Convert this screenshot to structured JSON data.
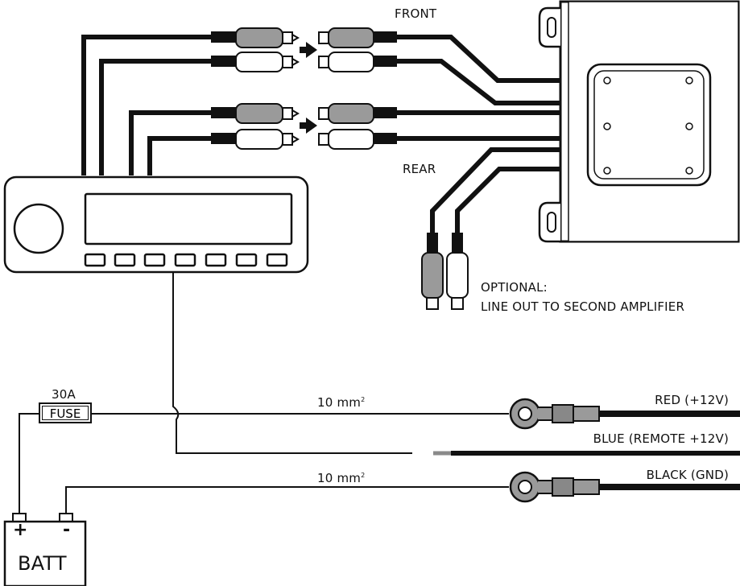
{
  "labels": {
    "front": "FRONT",
    "rear": "REAR",
    "optional_line1": "OPTIONAL:",
    "optional_line2": "LINE OUT TO SECOND AMPLIFIER",
    "fuse_rating": "30A",
    "fuse": "FUSE",
    "wire_gauge_1": "10 mm",
    "wire_gauge_2": "10 mm",
    "wire_gauge_sup": "2",
    "red_wire": "RED (+12V)",
    "blue_wire": "BLUE (REMOTE +12V)",
    "black_wire": "BLACK (GND)",
    "battery": "BATT",
    "battery_plus": "+",
    "battery_minus": "-"
  },
  "colors": {
    "line": "#111111",
    "plug_grey": "#9a9a9a",
    "plug_white": "#ffffff",
    "blue_tip": "#8a8a8a"
  }
}
